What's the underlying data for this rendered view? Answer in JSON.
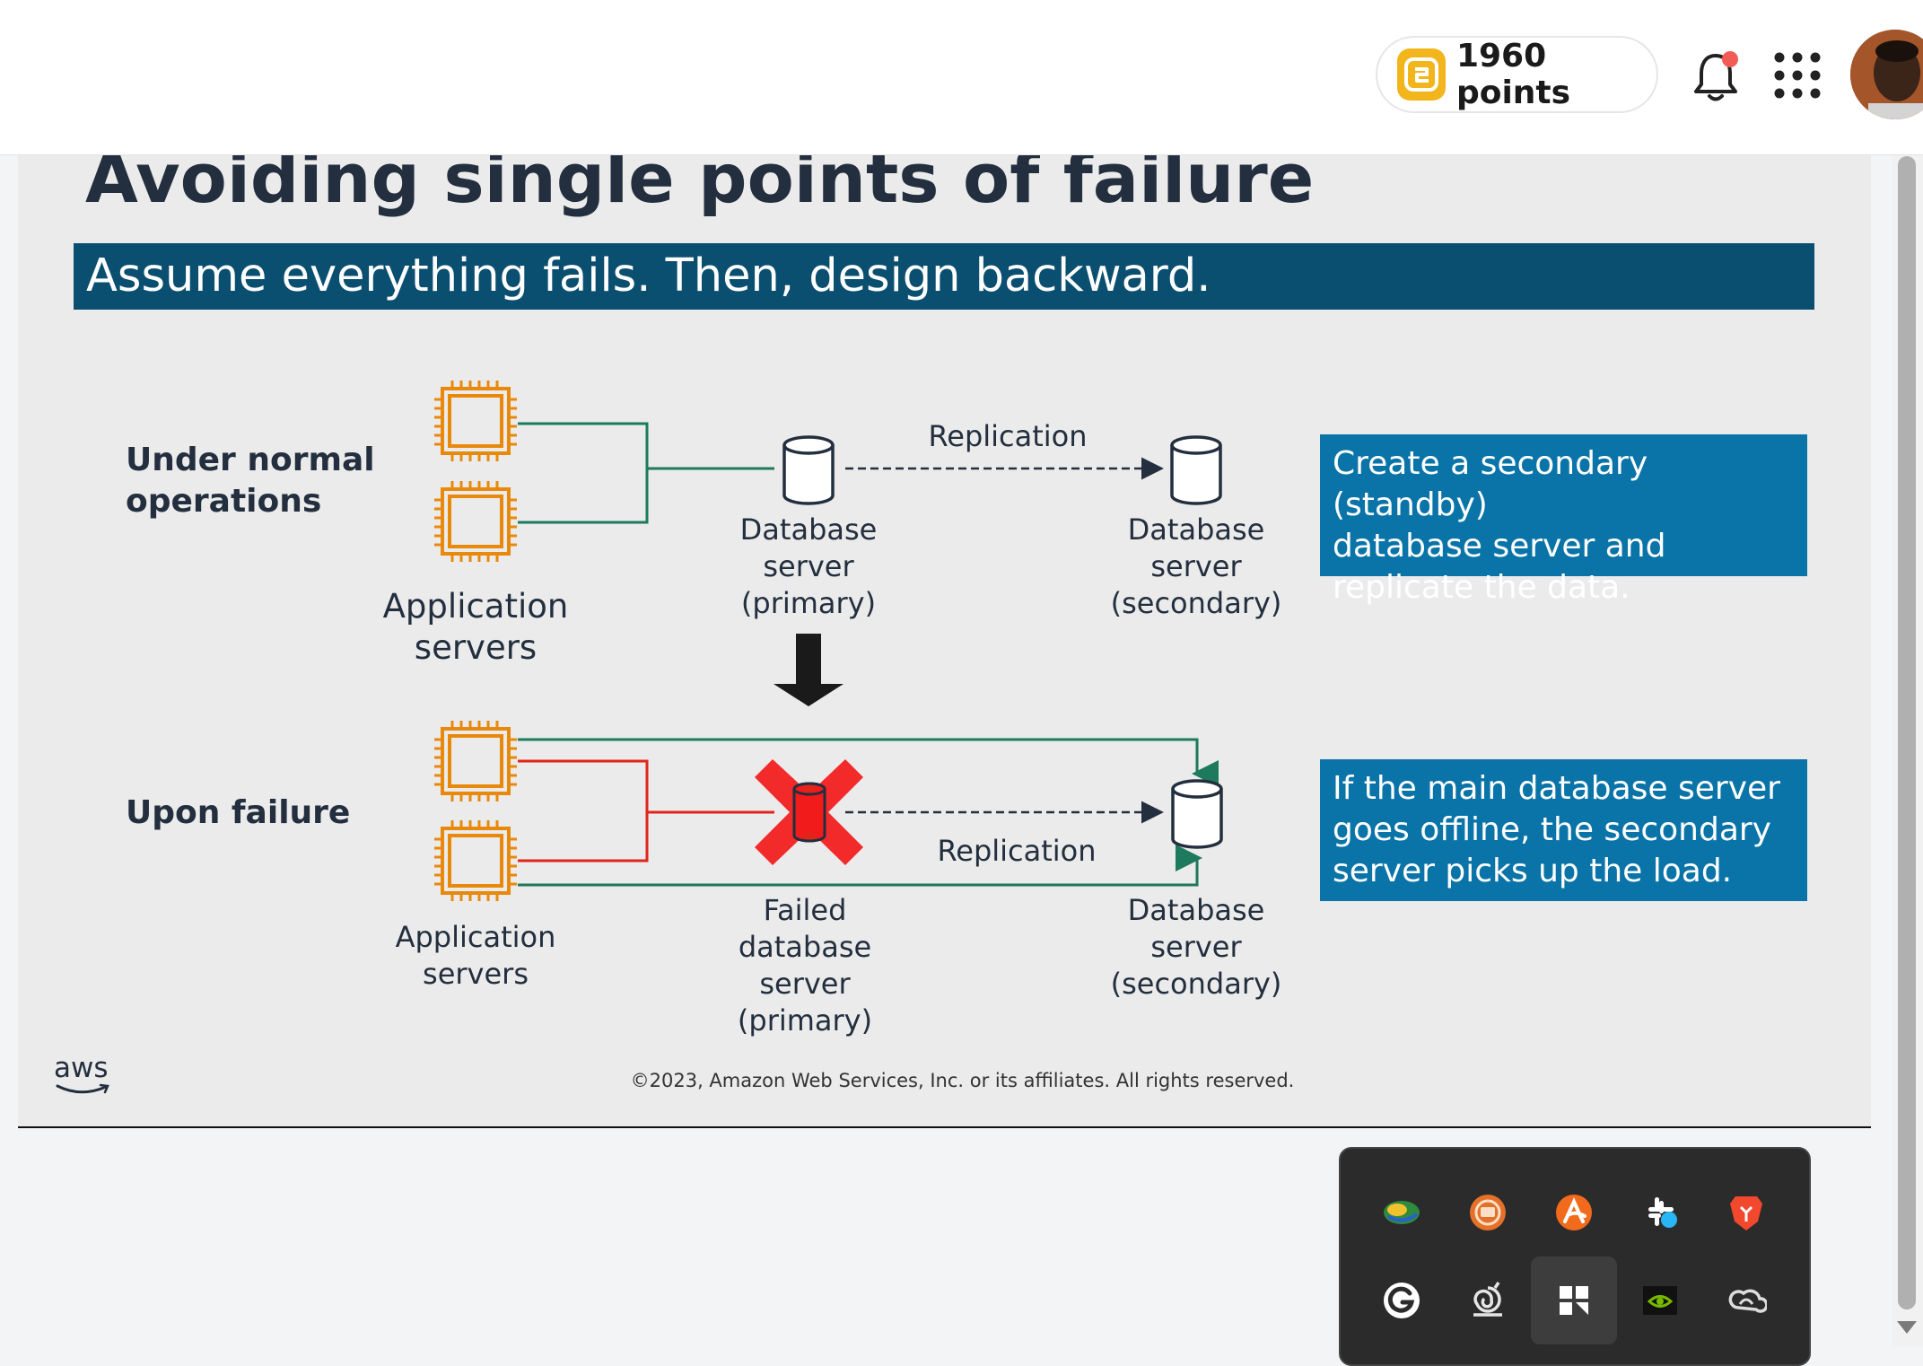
{
  "header": {
    "points_label": "1960 points",
    "notification_dot_color": "#f25c54",
    "icons": [
      "points-badge-icon",
      "bell-icon",
      "apps-grid-icon",
      "avatar"
    ]
  },
  "slide": {
    "title": "Avoiding single points of failure",
    "banner": "Assume everything fails. Then, design backward.",
    "normal": {
      "label_lines": [
        "Under normal",
        "operations"
      ],
      "app_servers_lines": [
        "Application",
        "servers"
      ],
      "primary_lines": [
        "Database",
        "server",
        "(primary)"
      ],
      "secondary_lines": [
        "Database",
        "server",
        "(secondary)"
      ],
      "replication": "Replication",
      "callout_lines": [
        "Create a secondary (standby)",
        "database server and",
        "replicate the data."
      ]
    },
    "failure": {
      "label": "Upon failure",
      "app_servers_lines": [
        "Application",
        "servers"
      ],
      "failed_lines": [
        "Failed",
        "database",
        "server",
        "(primary)"
      ],
      "secondary_lines": [
        "Database",
        "server",
        "(secondary)"
      ],
      "replication": "Replication",
      "callout_lines": [
        "If the main database server",
        "goes offline, the secondary",
        "server picks up the load."
      ]
    },
    "logo_text": "aws",
    "copyright": "©2023, Amazon Web Services, Inc. or its affiliates. All rights reserved.",
    "colors": {
      "banner": "#0a4f70",
      "callout": "#0a74a8",
      "chip": "#e8890c",
      "healthy_line": "#1e7a5c",
      "failed_line": "#e0251b",
      "title": "#232f3e"
    }
  },
  "tray": {
    "items": [
      "download-manager-icon",
      "screen-recorder-icon",
      "avast-icon",
      "slack-icon",
      "brave-icon",
      "grammarly-icon",
      "snail-icon",
      "windows-widget-icon",
      "nvidia-icon",
      "creative-cloud-icon"
    ]
  }
}
